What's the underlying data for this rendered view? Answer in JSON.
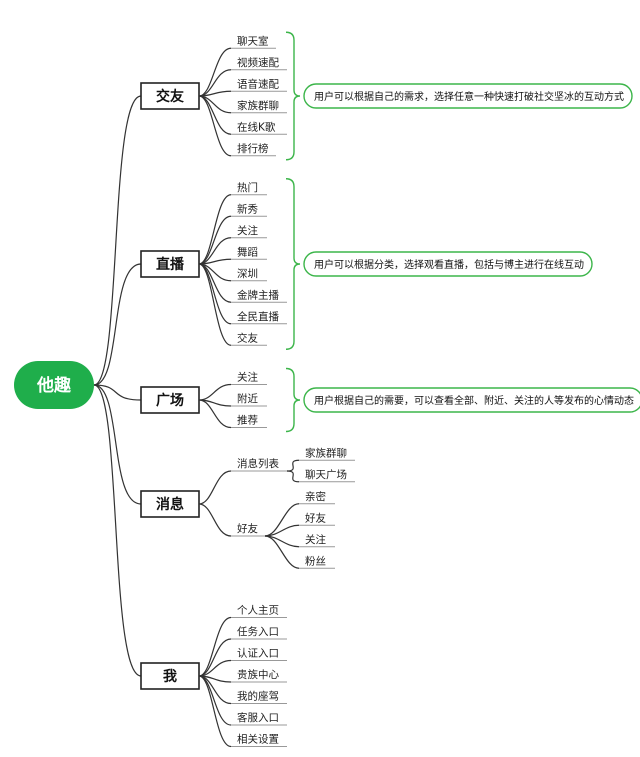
{
  "colors": {
    "root_fill": "#1fae4b",
    "accent_green": "#3cb54a",
    "line": "#333333",
    "leaf_underline": "#999999"
  },
  "mindmap": {
    "root": "他趣",
    "branches": [
      {
        "label": "交友",
        "items": [
          "聊天室",
          "视频速配",
          "语音速配",
          "家族群聊",
          "在线K歌",
          "排行榜"
        ],
        "description": "用户可以根据自己的需求，选择任意一种快速打破社交坚冰的互动方式"
      },
      {
        "label": "直播",
        "items": [
          "热门",
          "新秀",
          "关注",
          "舞蹈",
          "深圳",
          "金牌主播",
          "全民直播",
          "交友"
        ],
        "description": "用户可以根据分类，选择观看直播，包括与博主进行在线互动"
      },
      {
        "label": "广场",
        "items": [
          "关注",
          "附近",
          "推荐"
        ],
        "description": "用户根据自己的需要，可以查看全部、附近、关注的人等发布的心情动态"
      },
      {
        "label": "消息",
        "groups": [
          {
            "label": "消息列表",
            "items": [
              "家族群聊",
              "聊天广场"
            ]
          },
          {
            "label": "好友",
            "items": [
              "亲密",
              "好友",
              "关注",
              "粉丝"
            ]
          }
        ]
      },
      {
        "label": "我",
        "items": [
          "个人主页",
          "任务入口",
          "认证入口",
          "贵族中心",
          "我的座驾",
          "客服入口",
          "相关设置"
        ]
      }
    ]
  }
}
